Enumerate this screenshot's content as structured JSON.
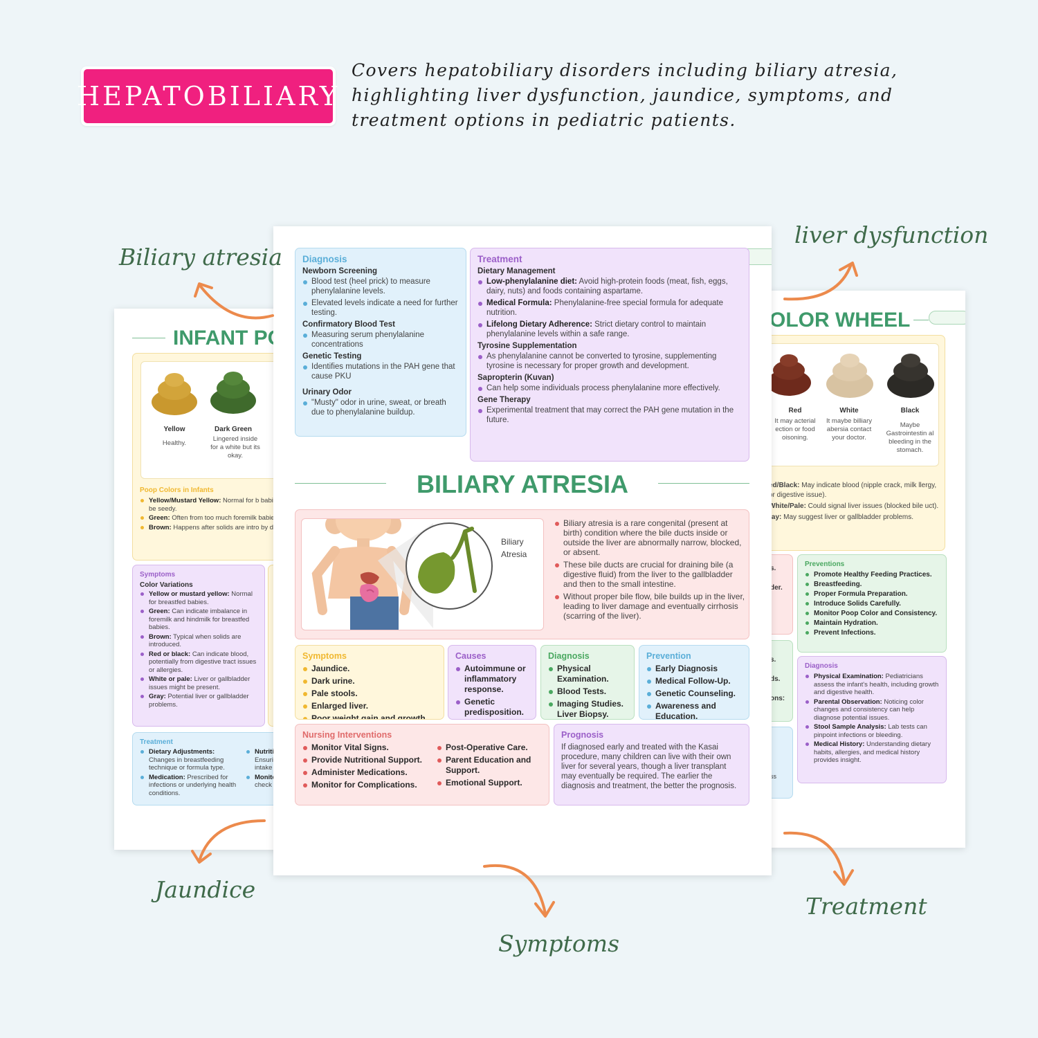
{
  "header": {
    "badge": "HEPATOBILIARY",
    "intro": "Covers hepatobiliary disorders including biliary atresia, highlighting liver dysfunction, jaundice, symptoms, and treatment options in pediatric patients."
  },
  "callouts": {
    "biliary_atresia": "Biliary atresia",
    "liver_dysfunction": "liver dysfunction",
    "jaundice": "Jaundice",
    "symptoms": "Symptoms",
    "treatment": "Treatment"
  },
  "colors": {
    "badge": "#f0207f",
    "callout": "#3f6a4a",
    "arrow": "#ec8a4c",
    "title_green": "#3f9a6b"
  },
  "left_sheet": {
    "title": "INFANT PO",
    "poops": [
      {
        "label": "Yellow",
        "desc": "Healthy.",
        "color": "#c9982e"
      },
      {
        "label": "Dark Green",
        "desc": "Lingered inside for a white but its okay.",
        "color": "#3f6a2c"
      }
    ],
    "colors_box": {
      "heading": "Poop Colors in Infants",
      "items": [
        {
          "b": "Yellow/Mustard Yellow:",
          "t": " Normal for b babies, may be seedy."
        },
        {
          "b": "Green:",
          "t": " Often from too much foremilk babies."
        },
        {
          "b": "Brown:",
          "t": " Happens after solids are intro by diet."
        }
      ]
    },
    "symptoms": {
      "heading": "Symptoms",
      "sub": "Color Variations",
      "items": [
        {
          "b": "Yellow or mustard yellow:",
          "t": " Normal for breastfed babies."
        },
        {
          "b": "Green:",
          "t": " Can indicate imbalance in foremilk and hindmilk for breastfed babies."
        },
        {
          "b": "Brown:",
          "t": " Typical when solids are introduced."
        },
        {
          "b": "Red or black:",
          "t": " Can indicate blood, potentially from digestive tract issues or allergies."
        },
        {
          "b": "White or pale:",
          "t": " Liver or gallbladder issues might be present."
        },
        {
          "b": "Gray:",
          "t": " Potential liver or gallbladder problems."
        }
      ]
    },
    "treatment": {
      "heading": "Treatment",
      "items": [
        {
          "b": "Dietary Adjustments:",
          "t": " Changes in breastfeeding technique or formula type."
        },
        {
          "b": "Medication:",
          "t": " Prescribed for infections or underlying health conditions."
        }
      ],
      "items2": [
        {
          "b": "Nutriti",
          "t": " Ensurin intake"
        },
        {
          "b": "Monito",
          "t": " check and ad"
        }
      ]
    }
  },
  "right_sheet": {
    "title": "OLOR WHEEL",
    "poops": [
      {
        "label": "Red",
        "desc": "It may acterial ection or food oisoning.",
        "color": "#6e2a1c"
      },
      {
        "label": "White",
        "desc": "It maybe billiary abersia contact your doctor.",
        "color": "#d8c3a2"
      },
      {
        "label": "Black",
        "desc": "Maybe Gastrointestin al bleeding in the stomach.",
        "color": "#2c2a26"
      }
    ],
    "notes": [
      {
        "b": "ed/Black:",
        "t": " May indicate blood (nipple crack, milk llergy, or digestive issue)."
      },
      {
        "b": "White/Pale:",
        "t": " Could signal liver issues (blocked bile uct)."
      },
      {
        "b": "ray:",
        "t": " May suggest liver or gallbladder problems."
      }
    ],
    "partial_left": [
      "s.",
      "der.",
      "s.",
      "ds.",
      "ons:",
      "ss"
    ],
    "preventions": {
      "heading": "Preventions",
      "items": [
        "Promote Healthy Feeding Practices.",
        "Breastfeeding.",
        "Proper Formula Preparation.",
        "Introduce Solids Carefully.",
        "Monitor Poop Color and Consistency.",
        "Maintain Hydration.",
        "Prevent Infections."
      ]
    },
    "diagnosis": {
      "heading": "Diagnosis",
      "items": [
        {
          "b": "Physical Examination:",
          "t": " Pediatricians assess the infant's health, including growth and digestive health."
        },
        {
          "b": "Parental Observation:",
          "t": " Noticing color changes and consistency can help diagnose potential issues."
        },
        {
          "b": "Stool Sample Analysis:",
          "t": " Lab tests can pinpoint infections or bleeding."
        },
        {
          "b": "Medical History:",
          "t": " Understanding dietary habits, allergies, and medical history provides insight."
        }
      ]
    }
  },
  "center_sheet": {
    "diagnosis": {
      "heading": "Diagnosis",
      "groups": [
        {
          "sub": "Newborn Screening",
          "items": [
            "Blood test (heel prick) to measure phenylalanine levels.",
            "Elevated levels indicate a need for further testing."
          ]
        },
        {
          "sub": "Confirmatory Blood Test",
          "items": [
            "Measuring serum phenylalanine concentrations"
          ]
        },
        {
          "sub": "Genetic Testing",
          "items": [
            "Identifies mutations in the PAH gene that cause PKU"
          ]
        },
        {
          "sub": "Urinary Odor",
          "items": [
            "\"Musty\" odor in urine, sweat, or breath due to phenylalanine buildup."
          ]
        }
      ]
    },
    "treatment": {
      "heading": "Treatment",
      "groups": [
        {
          "sub": "Dietary Management",
          "items": [
            {
              "b": "Low-phenylalanine diet:",
              "t": " Avoid high-protein foods (meat, fish, eggs, dairy, nuts) and foods containing aspartame."
            },
            {
              "b": "Medical Formula:",
              "t": " Phenylalanine-free special formula for adequate nutrition."
            },
            {
              "b": "Lifelong Dietary Adherence:",
              "t": " Strict dietary control to maintain phenylalanine levels within a safe range."
            }
          ]
        },
        {
          "sub": "Tyrosine Supplementation",
          "items": [
            {
              "b": "",
              "t": "As phenylalanine cannot be converted to tyrosine, supplementing tyrosine is necessary for proper growth and development."
            }
          ]
        },
        {
          "sub": "Sapropterin (Kuvan)",
          "items": [
            {
              "b": "",
              "t": "Can help some individuals process phenylalanine more effectively."
            }
          ]
        },
        {
          "sub": "Gene Therapy",
          "items": [
            {
              "b": "",
              "t": "Experimental treatment that may correct the PAH gene mutation in the future."
            }
          ]
        }
      ]
    },
    "title": "BILIARY ATRESIA",
    "illustration_label": "Biliary Atresia",
    "overview": [
      "Biliary atresia is a rare congenital (present at birth) condition where the bile ducts inside or outside the liver are abnormally narrow, blocked, or absent.",
      "These bile ducts are crucial for draining bile (a digestive fluid) from the liver to the gallbladder and then to the small intestine.",
      "Without proper bile flow, bile builds up in the liver, leading to liver damage and eventually cirrhosis (scarring of the liver)."
    ],
    "symptoms": {
      "heading": "Symptoms",
      "items": [
        "Jaundice.",
        "Dark urine.",
        "Pale stools.",
        "Enlarged liver.",
        "Poor weight gain and growth."
      ]
    },
    "causes": {
      "heading": "Causes",
      "items": [
        "Autoimmune or inflammatory response.",
        "Genetic predisposition."
      ]
    },
    "diagnosis2": {
      "heading": "Diagnosis",
      "items": [
        "Physical Examination.",
        "Blood Tests.",
        "Imaging Studies. Liver Biopsy."
      ]
    },
    "prevention": {
      "heading": "Prevention",
      "items": [
        "Early Diagnosis",
        "Medical Follow-Up.",
        "Genetic Counseling.",
        "Awareness and Education."
      ]
    },
    "nursing": {
      "heading": "Nursing Interventions",
      "col1": [
        "Monitor Vital Signs.",
        "Provide Nutritional Support.",
        "Administer Medications.",
        "Monitor for Complications."
      ],
      "col2": [
        "Post-Operative Care.",
        "Parent Education and Support.",
        "Emotional Support."
      ]
    },
    "prognosis": {
      "heading": "Prognosis",
      "text": "If diagnosed early and treated with the Kasai procedure, many children can live with their own liver for several years, though a liver transplant may eventually be required. The earlier the diagnosis and treatment, the better the prognosis."
    }
  }
}
